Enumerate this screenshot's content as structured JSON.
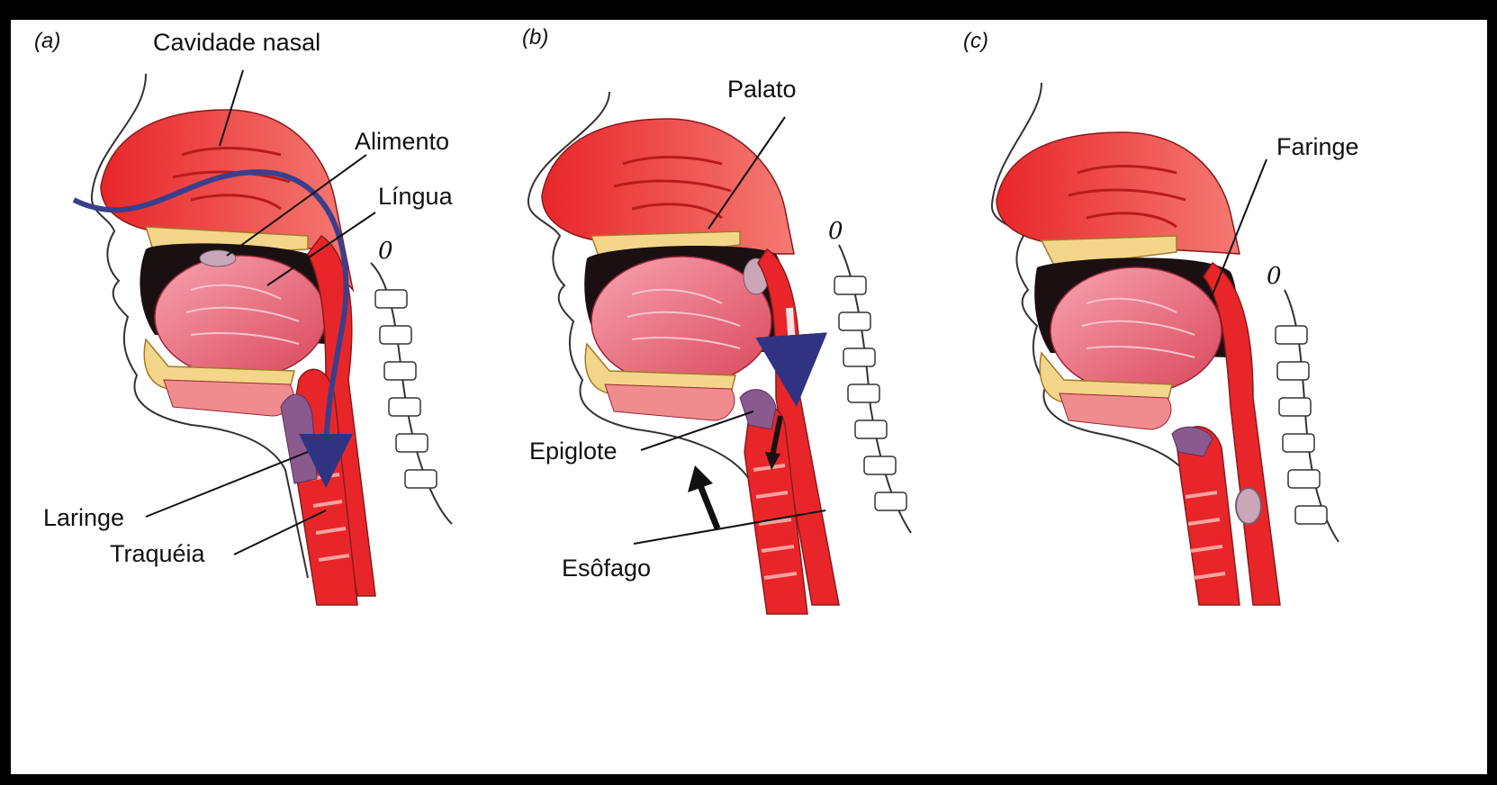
{
  "panels": [
    {
      "letter": "(a)"
    },
    {
      "letter": "(b)"
    },
    {
      "letter": "(c)"
    }
  ],
  "labels": {
    "cavidade_nasal": "Cavidade nasal",
    "alimento": "Alimento",
    "lingua": "Língua",
    "laringe": "Laringe",
    "traqueia": "Traquéia",
    "palato": "Palato",
    "epiglote": "Epiglote",
    "esofago": "Esôfago",
    "faringe": "Faringe"
  },
  "vertebra_marks": [
    "0",
    "0",
    "0"
  ],
  "colors": {
    "tissue_red": "#e8262a",
    "tissue_pink": "#f08c8e",
    "tongue": "#e85a6c",
    "bone": "#f3d68a",
    "cavity": "#1a1012",
    "bolus": "#c9a7b9",
    "arrow_blue": "#3a3f8c",
    "outline": "#222222"
  }
}
